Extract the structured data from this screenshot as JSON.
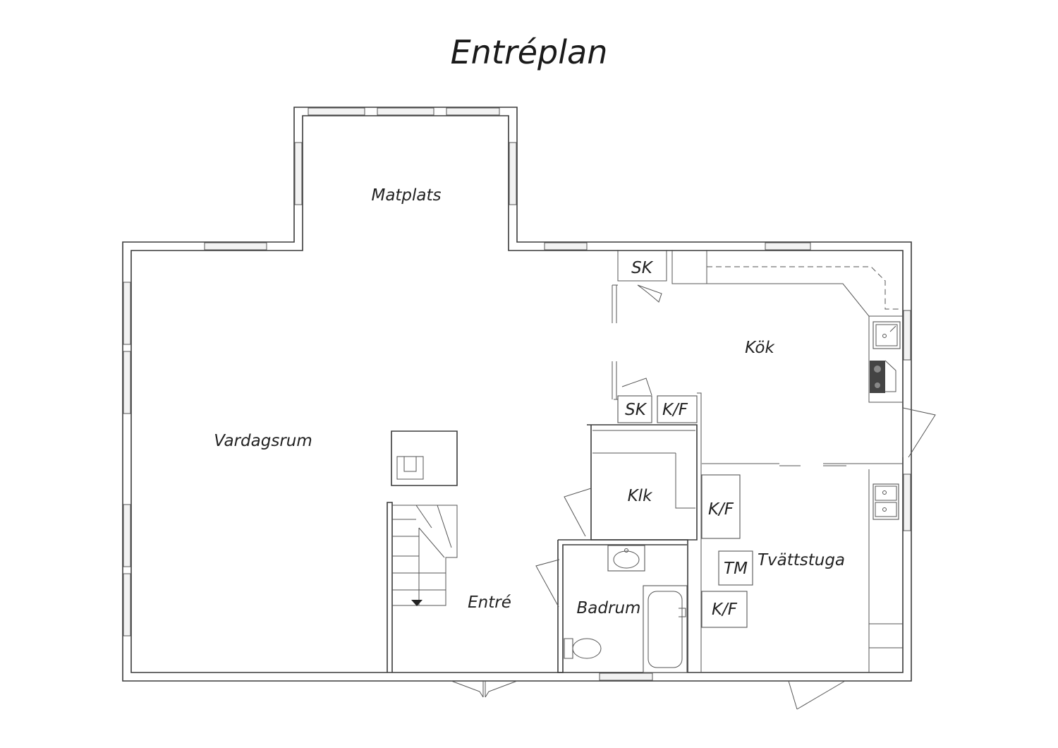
{
  "title": "Entréplan",
  "rooms": {
    "matplats": "Matplats",
    "vardagsrum": "Vardagsrum",
    "kok": "Kök",
    "klk": "Klk",
    "entre": "Entré",
    "badrum": "Badrum",
    "tvattstuga": "Tvättstuga"
  },
  "fixtures": {
    "sk_top": "SK",
    "sk_bottom": "SK",
    "kf_hall": "K/F",
    "kf_laundry_top": "K/F",
    "tm": "TM",
    "kf_laundry_bottom": "K/F"
  }
}
